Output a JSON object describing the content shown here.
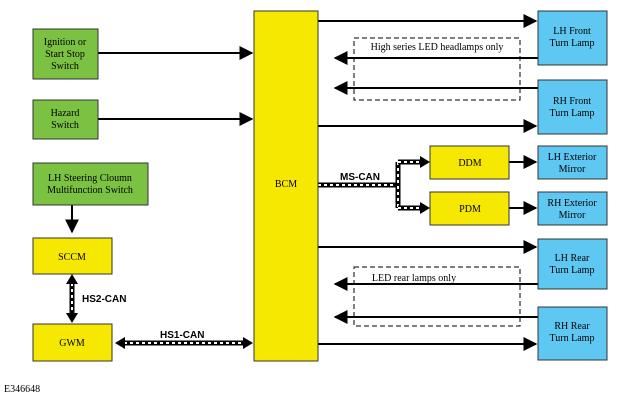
{
  "colors": {
    "green": "#7cc242",
    "yellow": "#f6e800",
    "blue": "#5ec8f2",
    "border": "#333333"
  },
  "inputs": {
    "ignition": [
      "Ignition or",
      "Start Stop",
      "Switch"
    ],
    "hazard": [
      "Hazard",
      "Switch"
    ],
    "steering": [
      "LH Steering Cloumn",
      "Multifunction Switch"
    ]
  },
  "modules": {
    "bcm": "BCM",
    "sccm": "SCCM",
    "gwm": "GWM",
    "ddm": "DDM",
    "pdm": "PDM"
  },
  "outputs": {
    "lh_front": [
      "LH Front",
      "Turn Lamp"
    ],
    "rh_front": [
      "RH Front",
      "Turn Lamp"
    ],
    "lh_mirror": [
      "LH Exterior",
      "Mirror"
    ],
    "rh_mirror": [
      "RH Exterior",
      "Mirror"
    ],
    "lh_rear": [
      "LH Rear",
      "Turn Lamp"
    ],
    "rh_rear": [
      "RH Rear",
      "Turn Lamp"
    ]
  },
  "buses": {
    "ms_can": "MS-CAN",
    "hs2_can": "HS2-CAN",
    "hs1_can": "HS1-CAN"
  },
  "notes": {
    "headlamps": "High series LED headlamps only",
    "rear_lamps": "LED rear lamps only"
  },
  "figure_id": "E346648"
}
